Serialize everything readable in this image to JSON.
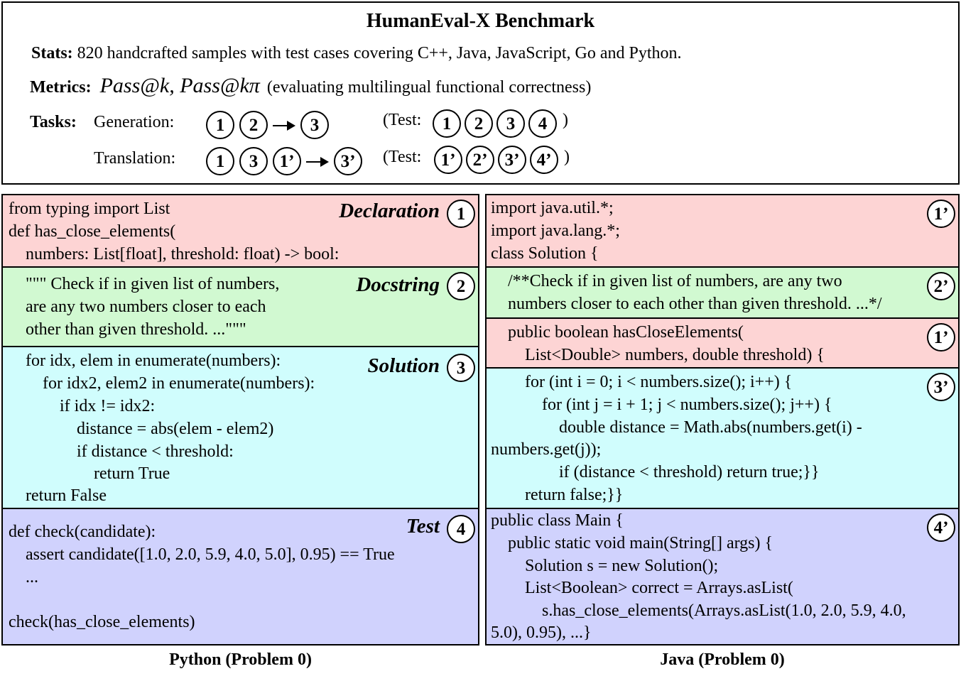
{
  "header": {
    "title": "HumanEval-X Benchmark",
    "stats_label": "Stats:",
    "stats_text": "820 handcrafted samples with test cases covering C++, Java, JavaScript, Go and Python.",
    "metrics_label": "Metrics:",
    "metrics_formula": "Pass@k, Pass@kπ",
    "metrics_text": "(evaluating multilingual functional correctness)",
    "tasks_label": "Tasks:",
    "generation_label": "Generation:",
    "translation_label": "Translation:",
    "test_open": "(Test:",
    "test_close": ")",
    "generation_steps": [
      "1",
      "2",
      "3"
    ],
    "generation_tests": [
      "1",
      "2",
      "3",
      "4"
    ],
    "translation_steps": [
      "1",
      "3",
      "1’",
      "3’"
    ],
    "translation_tests": [
      "1’",
      "2’",
      "3’",
      "4’"
    ]
  },
  "python": {
    "caption": "Python (Problem 0)",
    "sections": [
      {
        "label": "Declaration",
        "badge": "1",
        "lines": [
          "from typing import List",
          "def has_close_elements(",
          "    numbers: List[float], threshold: float) -> bool:"
        ]
      },
      {
        "label": "Docstring",
        "badge": "2",
        "lines": [
          "    \"\"\" Check if in given list of numbers,",
          "    are any two numbers closer to each",
          "    other than given threshold. ...\"\"\""
        ]
      },
      {
        "label": "Solution",
        "badge": "3",
        "lines": [
          "    for idx, elem in enumerate(numbers):",
          "        for idx2, elem2 in enumerate(numbers):",
          "            if idx != idx2:",
          "                distance = abs(elem - elem2)",
          "                if distance < threshold:",
          "                    return True",
          "    return False"
        ]
      },
      {
        "label": "Test",
        "badge": "4",
        "lines": [
          "def check(candidate):",
          "    assert candidate([1.0, 2.0, 5.9, 4.0, 5.0], 0.95) == True",
          "    ...",
          "",
          "check(has_close_elements)"
        ]
      }
    ]
  },
  "java": {
    "caption": "Java (Problem 0)",
    "sections": [
      {
        "badge": "1’",
        "lines": [
          "import java.util.*;",
          "import java.lang.*;",
          "class Solution {"
        ]
      },
      {
        "badge": "2’",
        "lines": [
          "    /**Check if in given list of numbers, are any two",
          "    numbers closer to each other than given threshold. ...*/"
        ]
      },
      {
        "badge": "1’",
        "lines": [
          "    public boolean hasCloseElements(",
          "        List<Double> numbers, double threshold) {"
        ]
      },
      {
        "badge": "3’",
        "lines": [
          "        for (int i = 0; i < numbers.size(); i++) {",
          "            for (int j = i + 1; j < numbers.size(); j++) {",
          "                double distance = Math.abs(numbers.get(i) -",
          "numbers.get(j));",
          "                if (distance < threshold) return true;}}",
          "        return false;}}"
        ]
      },
      {
        "badge": "4’",
        "lines": [
          "public class Main {",
          "    public static void main(String[] args) {",
          "        Solution s = new Solution();",
          "        List<Boolean> correct = Arrays.asList(",
          "            s.has_close_elements(Arrays.asList(1.0, 2.0, 5.9, 4.0,",
          "5.0), 0.95), ...}"
        ]
      }
    ]
  }
}
